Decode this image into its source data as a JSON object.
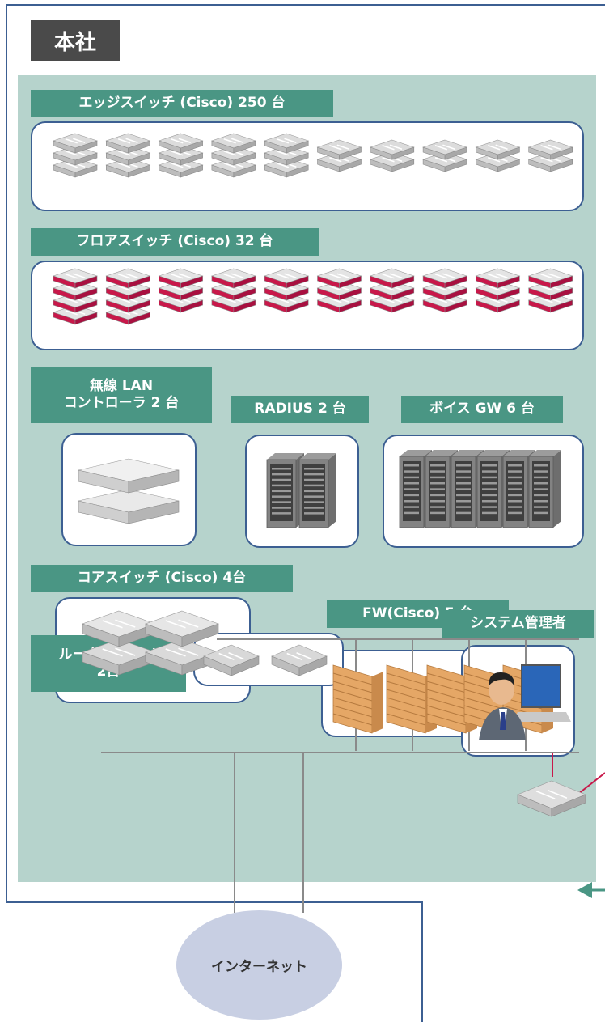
{
  "hq_title": "本社",
  "groups": {
    "edge_switch": "エッジスイッチ (Cisco) 250 台",
    "floor_switch": "フロアスイッチ (Cisco) 32 台",
    "wlan_controller_line1": "無線 LAN",
    "wlan_controller_line2": "コントローラ 2 台",
    "radius": "RADIUS 2 台",
    "voice_gw": "ボイス GW 6 台",
    "core_switch": "コアスイッチ (Cisco) 4台",
    "firewall": "FW(Cisco)  5 台",
    "router_line1": "ルータ (Cisco)",
    "router_line2": "2台",
    "sysadmin": "システム管理者",
    "internet": "インターネット"
  },
  "colors": {
    "label_bg": "#4a9684",
    "region_bg": "#b6d3cc",
    "border_blue": "#3c5f92",
    "hq_title_bg": "#4a4a4a",
    "internet_bg": "#c8cfe3",
    "floor_accent": "#c8184a"
  }
}
